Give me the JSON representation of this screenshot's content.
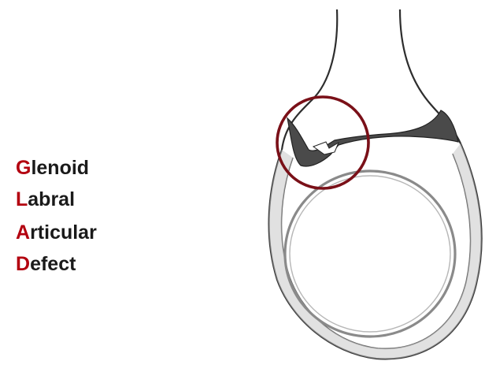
{
  "acronym": {
    "rows": [
      {
        "initial": "G",
        "rest": "lenoid"
      },
      {
        "initial": "L",
        "rest": "abral"
      },
      {
        "initial": "A",
        "rest": "rticular"
      },
      {
        "initial": "D",
        "rest": "efect"
      }
    ]
  },
  "colors": {
    "initial_letter": "#b3000f",
    "word_text": "#1a1a1a",
    "highlight_circle": "#7a1018",
    "bone_outline": "#2e2e2e",
    "cartilage_fill": "#4a4a4a",
    "humeral_head_outline": "#8a8a8a"
  }
}
